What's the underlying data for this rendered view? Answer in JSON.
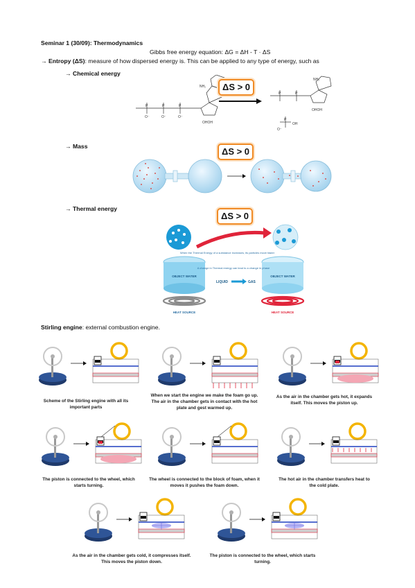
{
  "header": {
    "seminar_title": "Seminar 1 (30/09): Thermodynamics",
    "gibbs_line": "Gibbs free energy equation: ΔG = ΔH - T · ΔS"
  },
  "entropy": {
    "arrow": "→",
    "term": "Entropy (ΔS)",
    "definition": ": measure of how dispersed energy is. This can be applied to any type of energy, such as"
  },
  "sections": {
    "chemical": "→ Chemical energy",
    "mass": "→ Mass",
    "thermal": "→ Thermal energy"
  },
  "delta_s_label": "ΔS > 0",
  "chem": {
    "nh2": "NH₂",
    "ohoh": "OHOH",
    "oh": "OH",
    "o_minus": "O⁻",
    "p": "P",
    "o": "O"
  },
  "thermal": {
    "caption_top": "When the Thermal Energy of a substance increases, its particles move faster",
    "caption_mid": "A change in Thermal energy can lead to a change in phase",
    "liquid": "LIQUID",
    "gas": "GAS",
    "object_water": "OBJECT WATER",
    "heat_source": "HEAT SOURCE"
  },
  "stirling": {
    "term": "Stirling engine",
    "definition": ": external combustion engine.",
    "captions": [
      "Scheme of the Stirling engine with all its important parts",
      "When we start the engine we make the foam go up. The air in the chamber gets in contact with the hot plate and gest warmed up.",
      "As the air in the chamber gets hot, it expands itself. This moves the piston up.",
      "The piston is connected to the wheel, which starts turning.",
      "The wheel is connected to the block of foam, when it moves it pushes the foam down.",
      "The hot air in the chamber transfers heat to the cold plate.",
      "As the air in the chamber gets cold, it compresses itself. This moves the piston down.",
      "The piston is connected to the wheel, which starts turning."
    ]
  },
  "colors": {
    "accent_orange": "#f08a24",
    "hot_red": "#e0243a",
    "cold_blue": "#1f3fbf",
    "wheel_yellow": "#f4b400"
  }
}
